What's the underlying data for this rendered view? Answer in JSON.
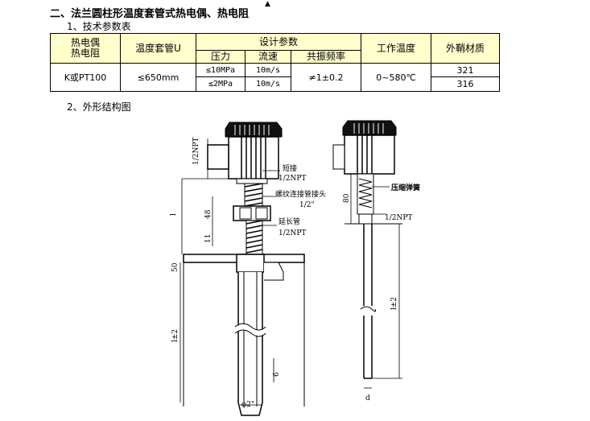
{
  "heading": "二、法兰圆柱形温度套管式热电偶、热电阻",
  "section1": "1、技术参数表",
  "section2": "2、外形结构图",
  "table": {
    "col_type_line1": "热电偶",
    "col_type_line2": "热电阻",
    "col_sleeve": "温度套管U",
    "col_design": "设计参数",
    "col_pressure": "压力",
    "col_flow": "流速",
    "col_resonance": "共振频率",
    "col_temp": "工作温度",
    "col_material": "外鞘材质",
    "row_type": "K或PT100",
    "row_sleeve": "≤650mm",
    "pressure_1": "≤10MPa",
    "pressure_2": "≤2MPa",
    "flow_1": "10m/s",
    "flow_2": "10m/s",
    "resonance": "≠1±0.2",
    "temp_range": "0~580℃",
    "material_1": "321",
    "material_2": "316"
  },
  "drawing_left": {
    "dim_npt_vertical": "1/2NPT",
    "label_nipple": "短接",
    "label_nipple_npt": "1/2NPT",
    "label_union": "螺纹连接管接头",
    "label_union_size": "1/2\"",
    "label_extension": "延长管",
    "label_extension_npt": "1/2NPT",
    "dim_48": "48",
    "dim_11": "11",
    "dim_50": "50",
    "dim_l": "l",
    "dim_l_pm2": "l±2",
    "dim_phi2": "φ2\"",
    "dim_tip": "6"
  },
  "drawing_right": {
    "dim_80": "80",
    "label_spring": "压缩弹簧",
    "label_npt": "1/2NPT",
    "dim_l_pm2": "l±2",
    "dim_d": "d"
  }
}
